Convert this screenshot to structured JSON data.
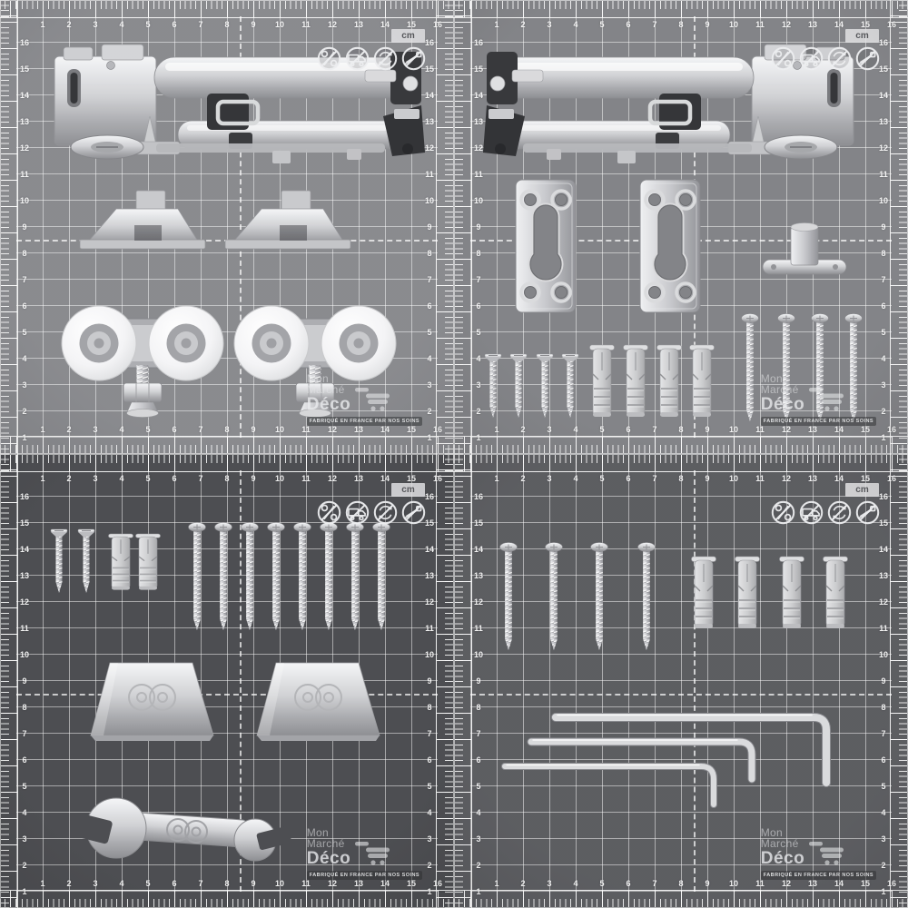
{
  "ruler": {
    "unit_label": "cm",
    "numbers": [
      1,
      2,
      3,
      4,
      5,
      6,
      7,
      8,
      9,
      10,
      11,
      12,
      13,
      14,
      15,
      16
    ]
  },
  "brand": {
    "line1": "Mon",
    "line2": "Marché",
    "line3": "Déco",
    "tagline": "FABRIQUÉ EN FRANCE PAR NOS SOINS",
    "cart_icon": "shopping-cart-icon"
  },
  "badges": [
    {
      "name": "no-percent-icon"
    },
    {
      "name": "no-truck-icon"
    },
    {
      "name": "no-rotate-icon"
    },
    {
      "name": "no-tool-icon"
    }
  ],
  "colors": {
    "mat_top_left": "#85868a",
    "mat_top_right": "#7e7f83",
    "mat_bottom_left": "#46474b",
    "mat_bottom_right": "#56575b",
    "grid_line": "rgba(255,255,255,0.5)",
    "metal_light": "#f4f5f7",
    "metal_dark": "#8a8b8f",
    "wheel_white": "#ffffff",
    "anchor_plastic": "#c9cacc"
  },
  "quadrants": [
    {
      "name": "top-left",
      "items": [
        "sliding-door-track-damper",
        "door-guide-bracket",
        "door-guide-bracket",
        "twin-roller-carriage-with-bolt",
        "twin-roller-carriage-with-bolt"
      ]
    },
    {
      "name": "top-right",
      "items": [
        "sliding-door-track-damper",
        "keyhole-mounting-plate",
        "keyhole-mounting-plate",
        "flanged-floor-guide",
        "countersunk-screws-x4",
        "wall-anchors-x4",
        "pan-head-screws-x4"
      ]
    },
    {
      "name": "bottom-left",
      "items": [
        "short-screws-x2",
        "wall-anchors-x2",
        "pan-head-screws-x8",
        "trapezoid-end-cap",
        "trapezoid-end-cap",
        "open-end-wrench"
      ]
    },
    {
      "name": "bottom-right",
      "items": [
        "pan-head-screws-x4",
        "wall-anchors-x4",
        "allen-key-large",
        "allen-key-medium",
        "allen-key-small"
      ]
    }
  ]
}
